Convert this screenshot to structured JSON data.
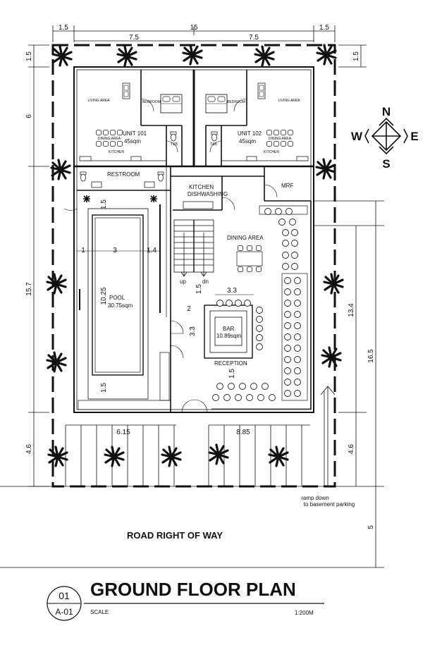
{
  "dimensions": {
    "top": [
      "1.5",
      "7.5",
      "15",
      "7.5",
      "1.5"
    ],
    "left": [
      "1.5",
      "6",
      "15.7",
      "4.6"
    ],
    "right": [
      "1.5",
      "13.4",
      "16.5",
      "4.6",
      "5"
    ],
    "pool_row": [
      "1",
      "3",
      "1.4"
    ],
    "pool_length": "10.25",
    "pool_vertical": [
      "1.5",
      "1.5"
    ],
    "bar": [
      "3.3",
      "1.5",
      "2",
      "3.3",
      "1.5"
    ],
    "parking": [
      "6.15",
      "8.85"
    ]
  },
  "rooms": {
    "living_area": "LIVING AREA",
    "bedroom": "BEDROOM",
    "dining_area_small": "DINING AREA",
    "kitchen_small": "KITCHEN",
    "tb": "T&B",
    "unit_101": "UNIT 101",
    "unit_101_area": "45sqm",
    "unit_102": "UNIT 102",
    "unit_102_area": "45sqm",
    "restroom": "RESTROOM",
    "kitchen": "KITCHEN",
    "dishwashing": "DISHWASHING",
    "mrf": "MRF",
    "dining_area": "DINING AREA",
    "pool": "POOL",
    "pool_area": "30.75sqm",
    "bar": "BAR",
    "bar_area": "10.89sqm",
    "reception": "RECEPTION",
    "stair_up": "up",
    "stair_down": "dn"
  },
  "annotations": {
    "ramp_line1": "ramp down",
    "ramp_line2": "to basement parking",
    "road": "ROAD RIGHT OF WAY"
  },
  "compass": {
    "n": "N",
    "s": "S",
    "e": "E",
    "w": "W"
  },
  "title_block": {
    "number": "01",
    "sheet": "A-01",
    "title": "GROUND FLOOR PLAN",
    "scale_label": "SCALE",
    "scale_value": "1:200M"
  }
}
